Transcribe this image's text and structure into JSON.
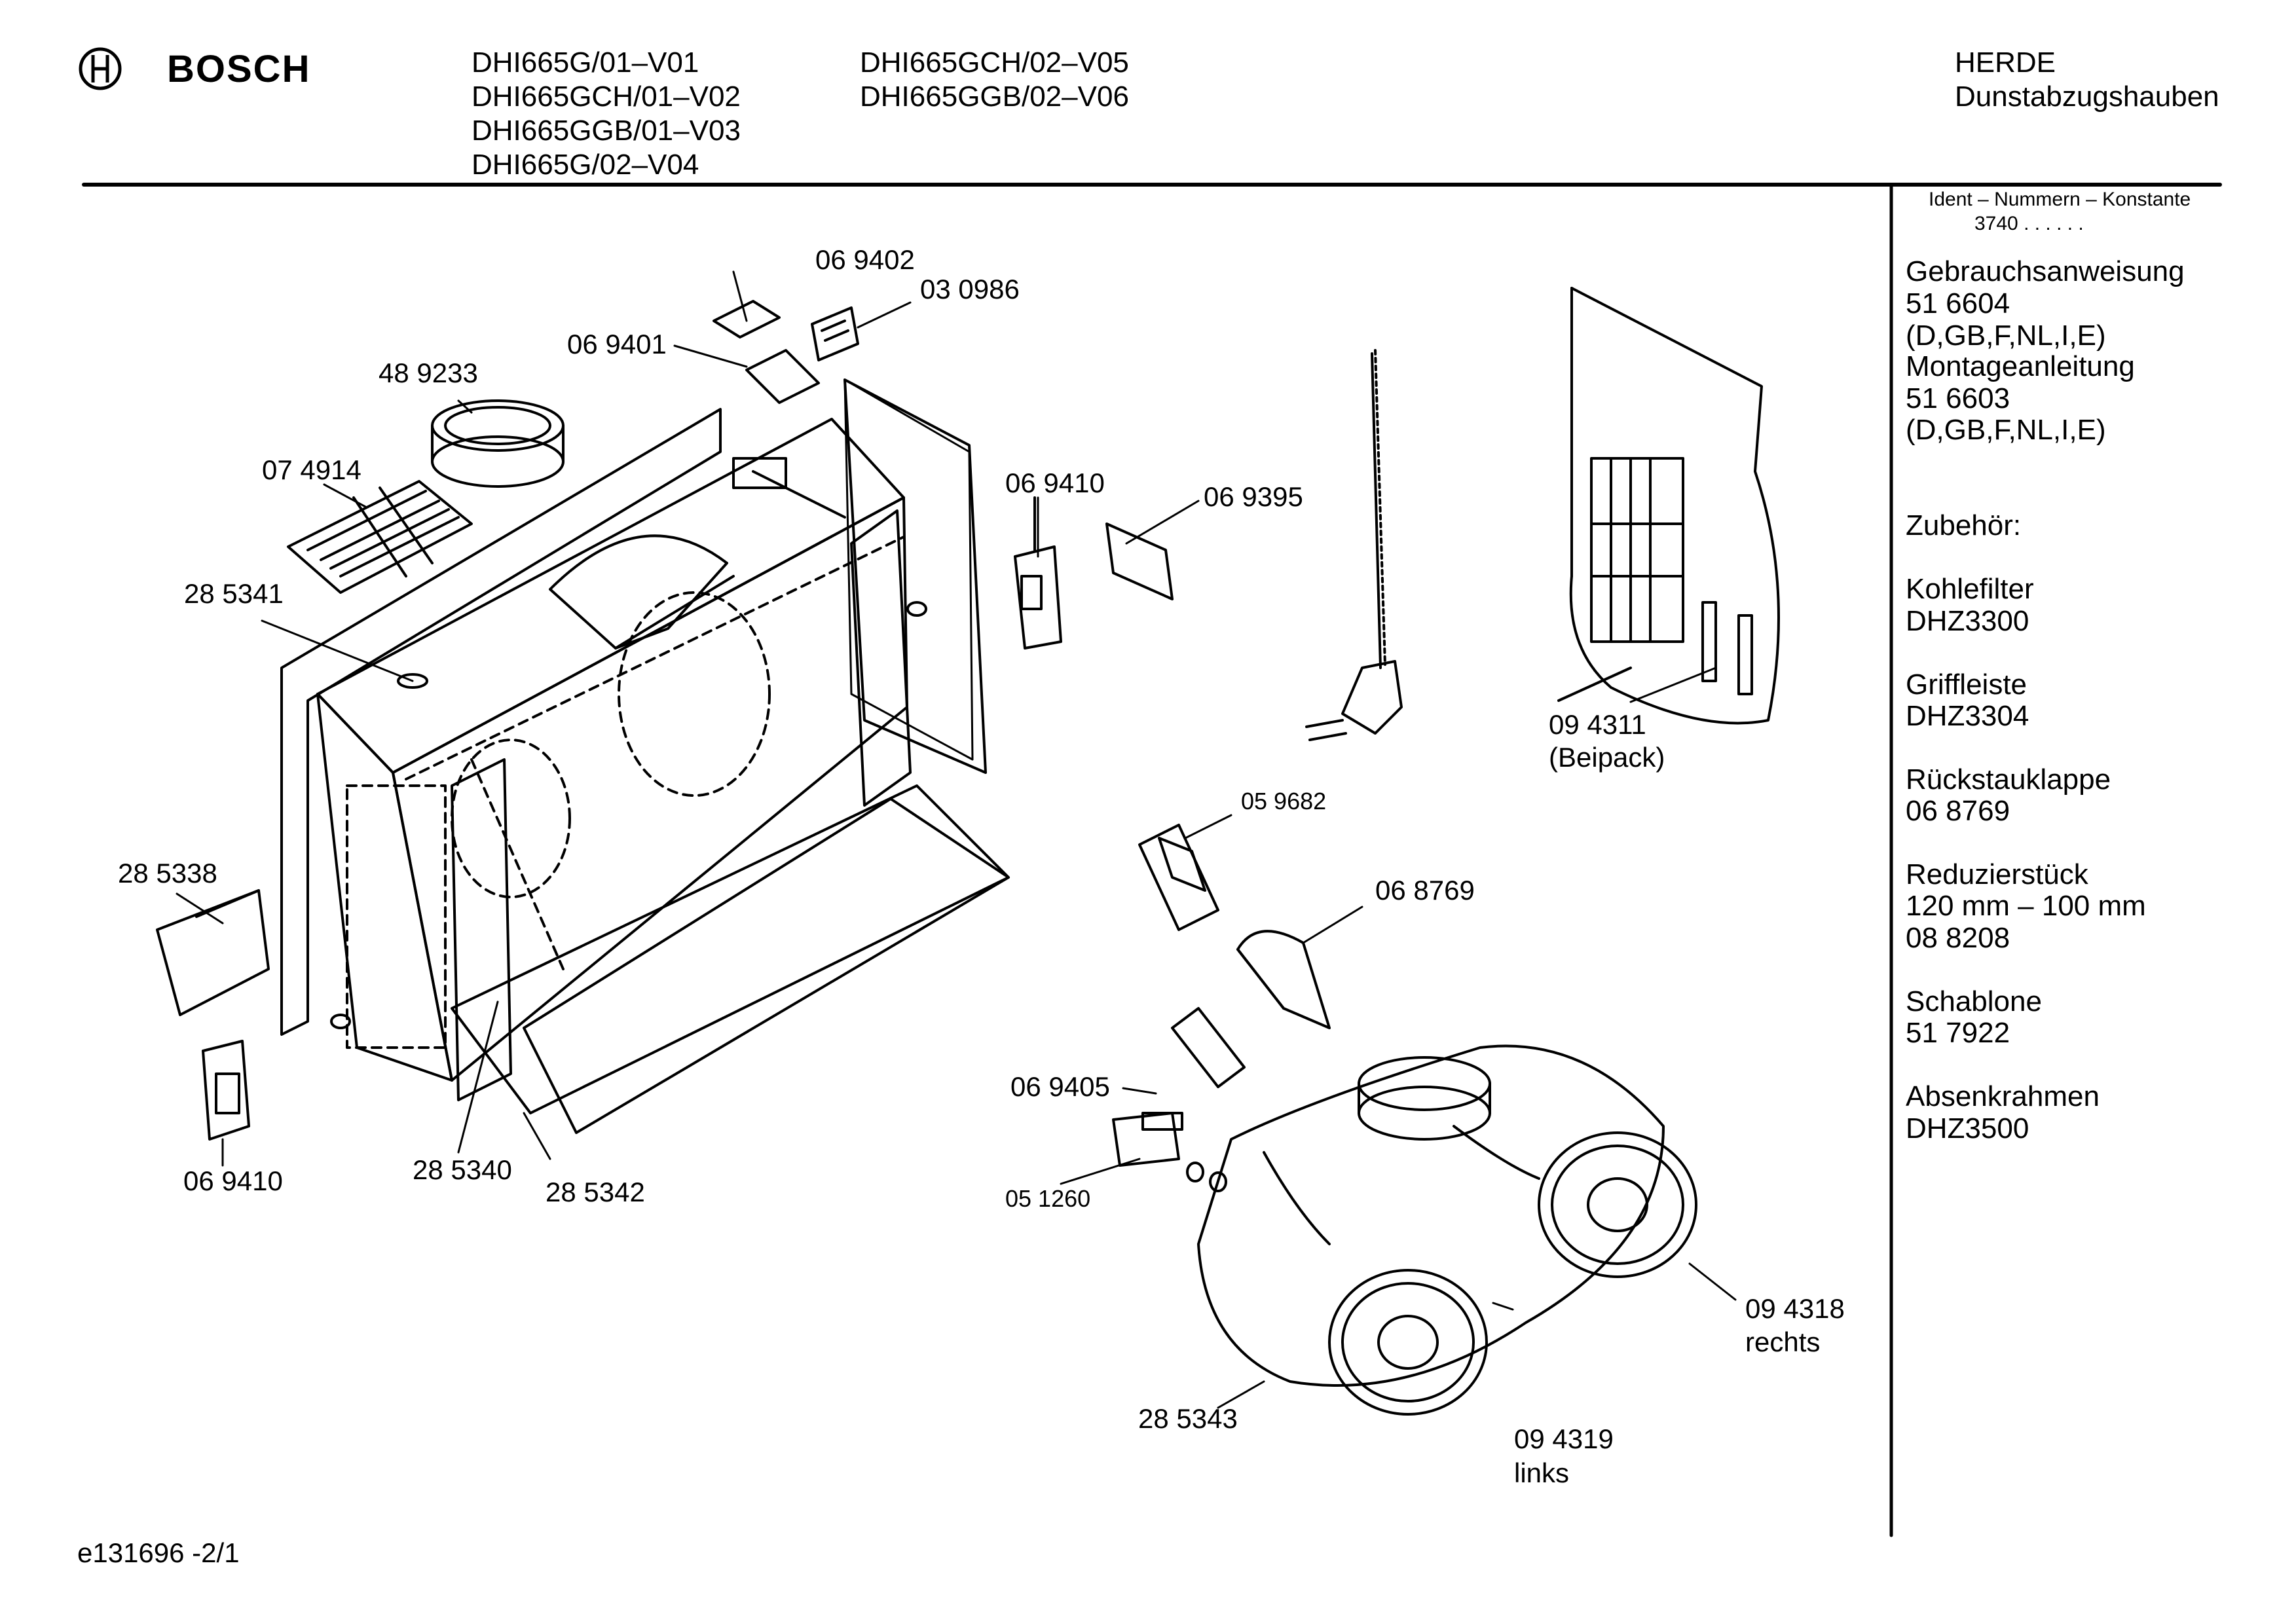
{
  "header": {
    "brand": "BOSCH",
    "models_col1": [
      "DHI665G/01–V01",
      "DHI665GCH/01–V02",
      "DHI665GGB/01–V03",
      "DHI665G/02–V04"
    ],
    "models_col2": [
      "DHI665GCH/02–V05",
      "DHI665GGB/02–V06"
    ],
    "category": "HERDE",
    "subcategory": "Dunstabzugshauben"
  },
  "sidebar": {
    "ident_title": "Ident – Nummern – Konstante",
    "ident_value": "3740  .  .  .  .  .  .",
    "lines": [
      "Gebrauchsanweisung",
      "51 6604",
      "(D,GB,F,NL,I,E)",
      "Montageanleitung",
      "51 6603",
      "(D,GB,F,NL,I,E)",
      "Zubehör:",
      "Kohlefilter",
      "DHZ3300",
      "Griffleiste",
      "DHZ3304",
      "Rückstauklappe",
      "06 8769",
      "Reduzierstück",
      "120 mm – 100 mm",
      "08 8208",
      "Schablone",
      "51 7922",
      "Absenkrahmen",
      "DHZ3500"
    ]
  },
  "parts": [
    "06 9402",
    "03 0986",
    "06 9401",
    "48 9233",
    "07 4914",
    "06 9410",
    "06 9395",
    "28 5341",
    "28 5338",
    "06 9410",
    "28 5340",
    "28 5342",
    "09 4311",
    "(Beipack)",
    "05 9682",
    "06 8769",
    "06 9405",
    "05 1260",
    "28 5343",
    "09 4318",
    "rechts",
    "09 4319",
    "links"
  ],
  "footer": {
    "drawing_id": "e131696 -2/1"
  }
}
